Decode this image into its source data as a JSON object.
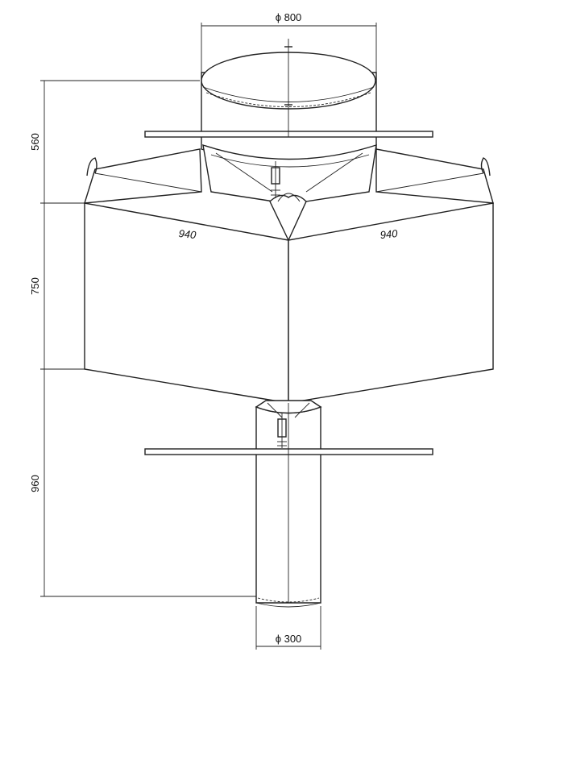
{
  "dimensions": {
    "top_diameter": "ϕ 800",
    "bottom_diameter": "ϕ 300",
    "top_spout_height": "560",
    "body_height": "750",
    "bottom_spout_height": "960",
    "left_side_width": "940",
    "right_side_width": "940"
  }
}
